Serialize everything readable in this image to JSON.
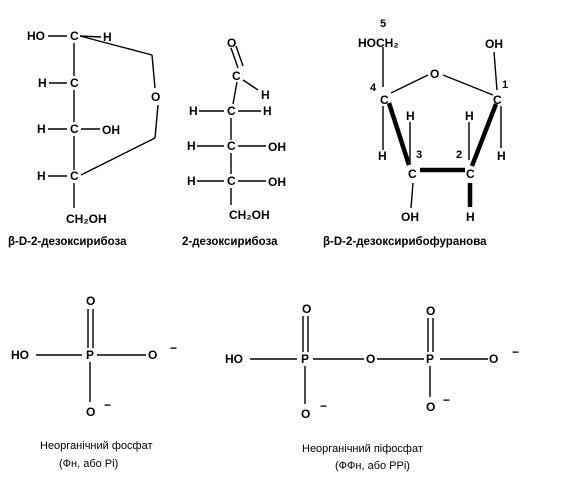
{
  "sugars": {
    "beta_deoxyribose": {
      "caption": "β-D-2-дезоксирибоза",
      "atoms": {
        "ho_top": "HO",
        "c1": "C",
        "h1": "H",
        "h2": "H",
        "c2": "C",
        "h3": "H",
        "c3": "C",
        "oh3": "OH",
        "h4": "H",
        "c4": "C",
        "ch2oh": "CH₂OH",
        "ring_o": "O"
      }
    },
    "deoxyribose": {
      "caption": "2-дезоксирибоза",
      "atoms": {
        "o_ald": "O",
        "c1": "C",
        "h1": "H",
        "h2": "H",
        "c2": "C",
        "h2b": "H",
        "h3": "H",
        "c3": "C",
        "oh3": "OH",
        "h4": "H",
        "c4": "C",
        "oh4": "OH",
        "ch2oh": "CH₂OH"
      }
    },
    "furanose": {
      "caption": "β-D-2-дезоксирибофуранова",
      "atoms": {
        "n5": "5",
        "hoch2": "HOCH₂",
        "oh1": "OH",
        "ring_o": "O",
        "n4": "4",
        "c4": "C",
        "n1": "1",
        "c1": "C",
        "h_c3_top": "H",
        "h_c2_top": "H",
        "h_c4_low": "H",
        "n3": "3",
        "n2": "2",
        "h_c1_low": "H",
        "c3": "C",
        "c2": "C",
        "oh3": "OH",
        "h_c2_bot": "H"
      }
    }
  },
  "phosphates": {
    "pi": {
      "caption_line1": "Неорганічний фосфат",
      "caption_line2": "(Фн, або Pi)",
      "atoms": {
        "o_top": "O",
        "ho": "HO",
        "p": "P",
        "o_right": "O",
        "charge_right": "−",
        "o_bottom": "O",
        "charge_bottom": "−"
      }
    },
    "ppi": {
      "caption_line1": "Неорганічний піфосфат",
      "caption_line2": "(ФФн, або PPi)",
      "atoms": {
        "o_top1": "O",
        "o_top2": "O",
        "ho": "HO",
        "p1": "P",
        "o_bridge": "O",
        "p2": "P",
        "o_right": "O",
        "charge_right": "−",
        "o_bot1": "O",
        "charge_bot1": "−",
        "o_bot2": "O",
        "charge_bot2": "−"
      }
    }
  }
}
